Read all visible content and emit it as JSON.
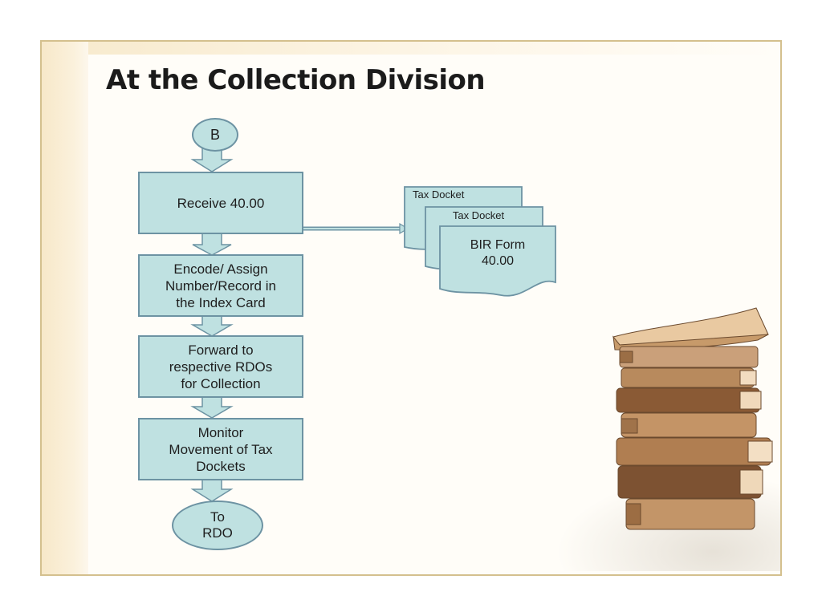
{
  "slide": {
    "title": "At the Collection Division"
  },
  "flowchart": {
    "start_connector": "B",
    "steps": [
      "Receive 40.00",
      "Encode/ Assign\nNumber/Record in\nthe Index Card",
      "Forward to\nrespective RDOs\nfor Collection",
      "Monitor\nMovement of Tax\nDockets"
    ],
    "end_connector": "To\nRDO",
    "documents": [
      "Tax Docket",
      "Tax Docket",
      "BIR Form\n40.00"
    ]
  },
  "colors": {
    "shape_fill": "#bfe1e1",
    "shape_border": "#6d93a3",
    "frame_border": "#d4c08e"
  },
  "decoration": {
    "image": "stack-of-old-books"
  }
}
